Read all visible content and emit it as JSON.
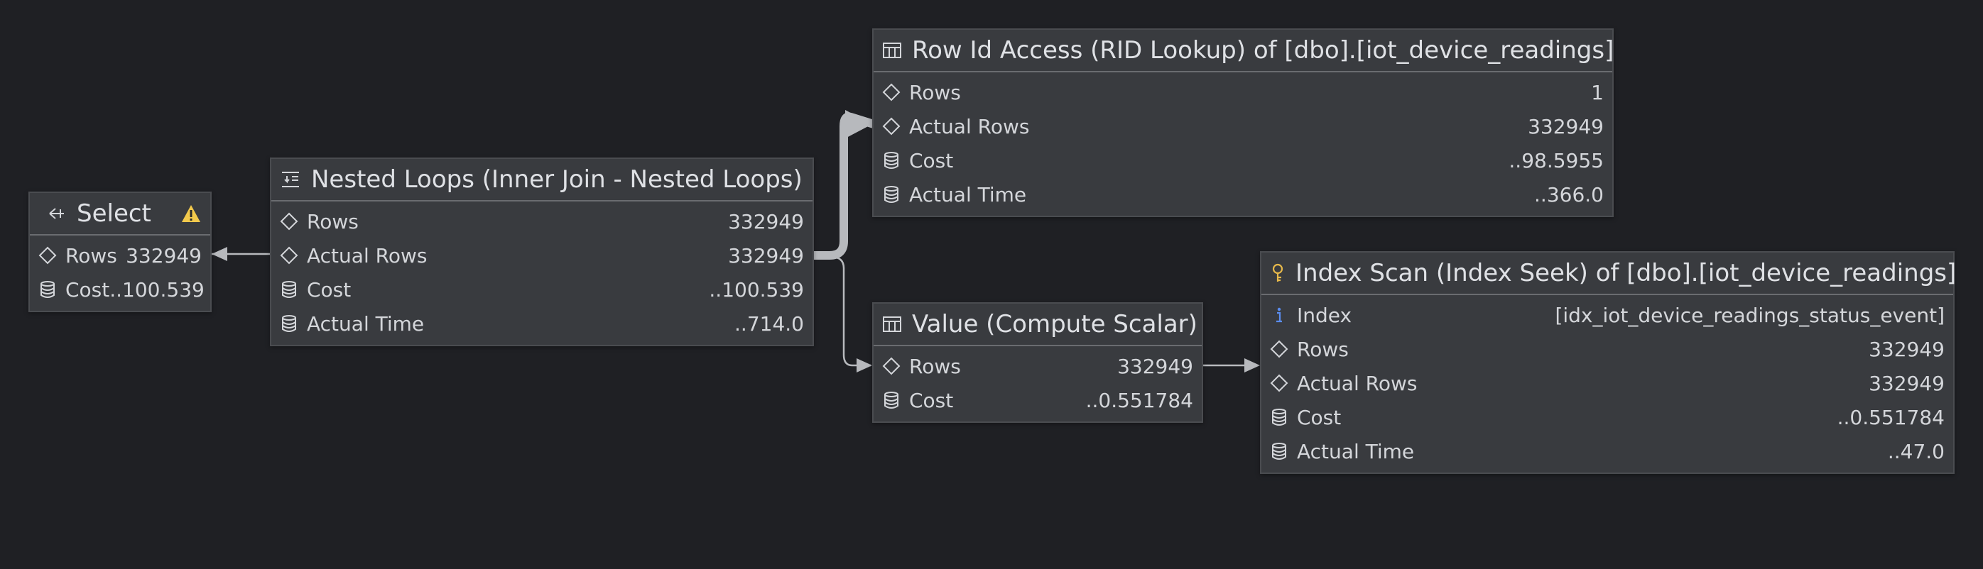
{
  "colors": {
    "background": "#1f2024",
    "node_bg": "#393b3f",
    "edge": "#b7b9bd",
    "warning": "#f2c94c",
    "key_icon": "#e6b84a",
    "info_icon": "#5b8def"
  },
  "nodes": {
    "select": {
      "title": "Select",
      "icon": "arrow-back-icon",
      "warning_icon": "warning-icon",
      "rows": [
        {
          "icon": "diamond-icon",
          "label": "Rows",
          "value": "332949"
        },
        {
          "icon": "database-icon",
          "label": "Cost",
          "value": "..100.539"
        }
      ]
    },
    "nested_loops": {
      "title": "Nested Loops (Inner Join - Nested Loops)",
      "icon": "nested-loops-icon",
      "rows": [
        {
          "icon": "diamond-icon",
          "label": "Rows",
          "value": "332949"
        },
        {
          "icon": "diamond-icon",
          "label": "Actual Rows",
          "value": "332949"
        },
        {
          "icon": "database-icon",
          "label": "Cost",
          "value": "..100.539"
        },
        {
          "icon": "database-icon",
          "label": "Actual Time",
          "value": "..714.0"
        }
      ]
    },
    "rid_lookup": {
      "title": "Row Id Access (RID Lookup) of [dbo].[iot_device_readings]",
      "icon": "table-icon",
      "rows": [
        {
          "icon": "diamond-icon",
          "label": "Rows",
          "value": "1"
        },
        {
          "icon": "diamond-icon",
          "label": "Actual Rows",
          "value": "332949"
        },
        {
          "icon": "database-icon",
          "label": "Cost",
          "value": "..98.5955"
        },
        {
          "icon": "database-icon",
          "label": "Actual Time",
          "value": "..366.0"
        }
      ]
    },
    "compute_scalar": {
      "title": "Value (Compute Scalar)",
      "icon": "table-icon",
      "rows": [
        {
          "icon": "diamond-icon",
          "label": "Rows",
          "value": "332949"
        },
        {
          "icon": "database-icon",
          "label": "Cost",
          "value": "..0.551784"
        }
      ]
    },
    "index_seek": {
      "title": "Index Scan (Index Seek) of [dbo].[iot_device_readings]",
      "icon": "key-icon",
      "rows": [
        {
          "icon": "info-icon",
          "label": "Index",
          "value": "[idx_iot_device_readings_status_event]"
        },
        {
          "icon": "diamond-icon",
          "label": "Rows",
          "value": "332949"
        },
        {
          "icon": "diamond-icon",
          "label": "Actual Rows",
          "value": "332949"
        },
        {
          "icon": "database-icon",
          "label": "Cost",
          "value": "..0.551784"
        },
        {
          "icon": "database-icon",
          "label": "Actual Time",
          "value": "..47.0"
        }
      ]
    }
  }
}
